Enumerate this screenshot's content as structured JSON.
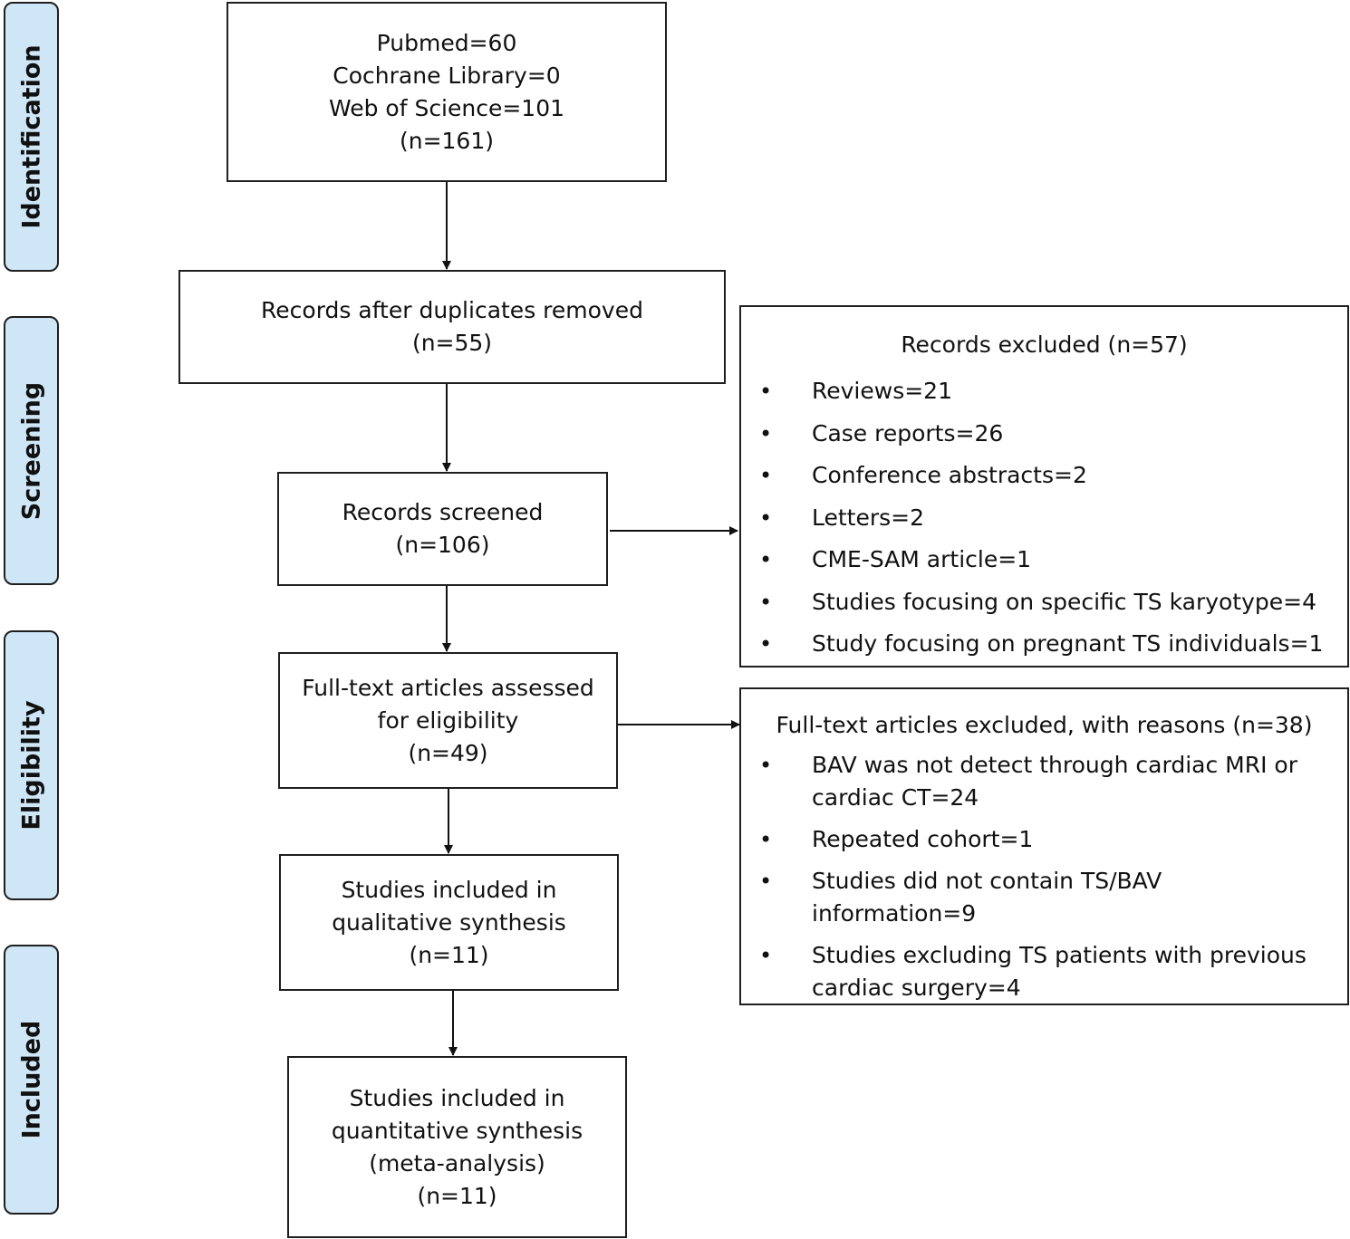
{
  "stages": [
    "Identification",
    "Screening",
    "Eligibility",
    "Included"
  ],
  "identification": [
    "Pubmed=60",
    "Cochrane Library=0",
    "Web of Science=101",
    "(n=161)"
  ],
  "after_duplicates": [
    "Records after duplicates removed",
    "(n=55)"
  ],
  "screened": [
    "Records screened",
    "(n=106)"
  ],
  "fulltext": [
    "Full-text articles assessed",
    "for eligibility",
    "(n=49)"
  ],
  "qualitative": [
    "Studies included in",
    "qualitative synthesis",
    "(n=11)"
  ],
  "quantitative": [
    "Studies included in",
    "quantitative synthesis",
    "(meta-analysis)",
    "(n=11)"
  ],
  "records_excluded": {
    "title": "Records excluded (n=57)",
    "items": [
      "Reviews=21",
      "Case reports=26",
      "Conference abstracts=2",
      "Letters=2",
      "CME-SAM article=1",
      "Studies focusing on specific TS karyotype=4",
      "Study focusing on pregnant TS individuals=1"
    ]
  },
  "fulltext_excluded": {
    "title": "Full-text articles excluded, with reasons (n=38)",
    "items": [
      "BAV was not detect through cardiac MRI or cardiac CT=24",
      "Repeated cohort=1",
      "Studies did not contain TS/BAV information=9",
      "Studies excluding TS patients with previous cardiac surgery=4"
    ]
  }
}
